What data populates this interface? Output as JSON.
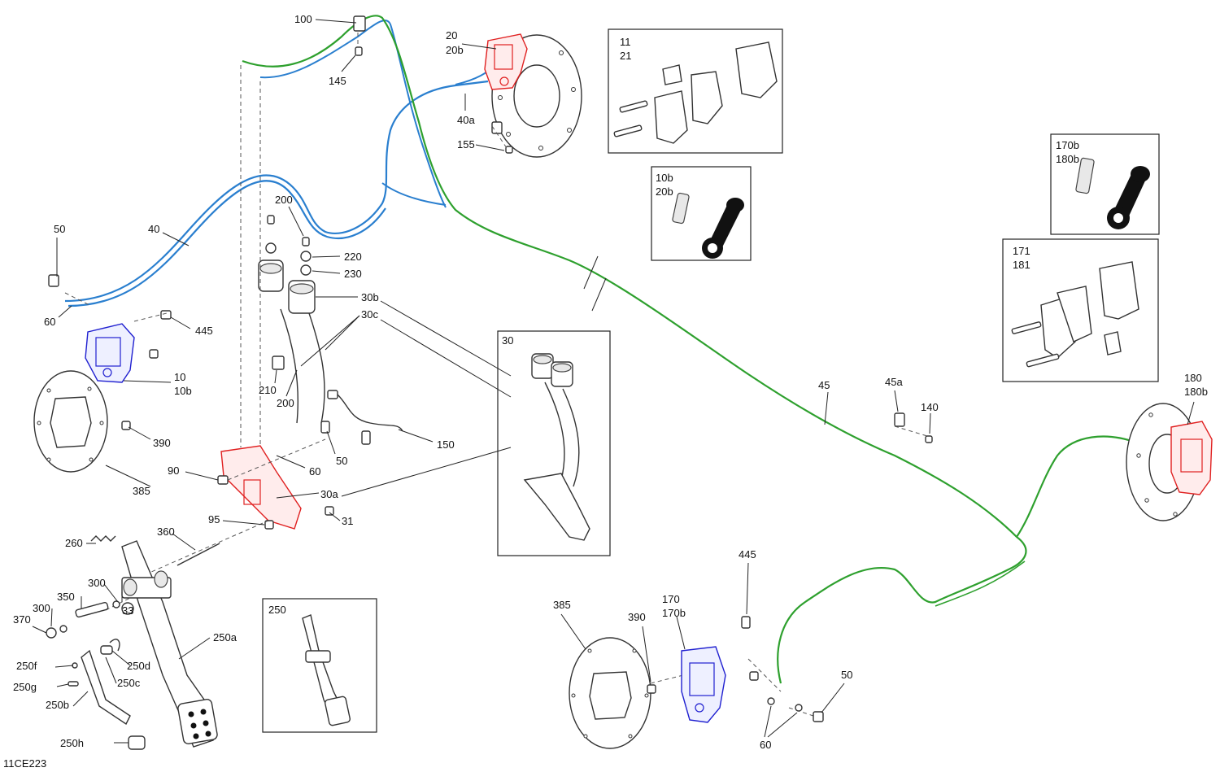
{
  "diagram_id": "11CE223",
  "colors": {
    "front_brake_line": "#2a7fcf",
    "rear_brake_line": "#2ea02e",
    "red_highlight": "#e02020",
    "blue_highlight": "#2020d0"
  },
  "labels": {
    "l100": "100",
    "l145": "145",
    "l20": "20",
    "l20b": "20b",
    "l40a": "40a",
    "l155": "155",
    "l50a": "50",
    "l40": "40",
    "l60a": "60",
    "l445a": "445",
    "l10": "10",
    "l10b": "10b",
    "l390a": "390",
    "l385a": "385",
    "l200a": "200",
    "l220": "220",
    "l230": "230",
    "l30b": "30b",
    "l30c": "30c",
    "l210": "210",
    "l200b": "200",
    "l150": "150",
    "l50b": "50",
    "l60b": "60",
    "l90": "90",
    "l30a": "30a",
    "l95": "95",
    "l31": "31",
    "l360": "360",
    "l260": "260",
    "l300a": "300",
    "l350": "350",
    "l33": "33",
    "l300b": "300",
    "l370": "370",
    "l250a": "250a",
    "l250f": "250f",
    "l250d": "250d",
    "l250g": "250g",
    "l250c": "250c",
    "l250b": "250b",
    "l250h": "250h",
    "l45": "45",
    "l45a": "45a",
    "l140": "140",
    "l180": "180",
    "l180b": "180b",
    "l445b": "445",
    "l385b": "385",
    "l390b": "390",
    "l170": "170",
    "l170b": "170b",
    "l50c": "50",
    "l60c": "60"
  },
  "boxes": {
    "pads_front": [
      "11",
      "21"
    ],
    "bleeder_front": [
      "10b",
      "20b"
    ],
    "bleeder_rear": [
      "170b",
      "180b"
    ],
    "pads_rear": [
      "171",
      "181"
    ],
    "master_cyl": "30",
    "pedal": "250"
  }
}
